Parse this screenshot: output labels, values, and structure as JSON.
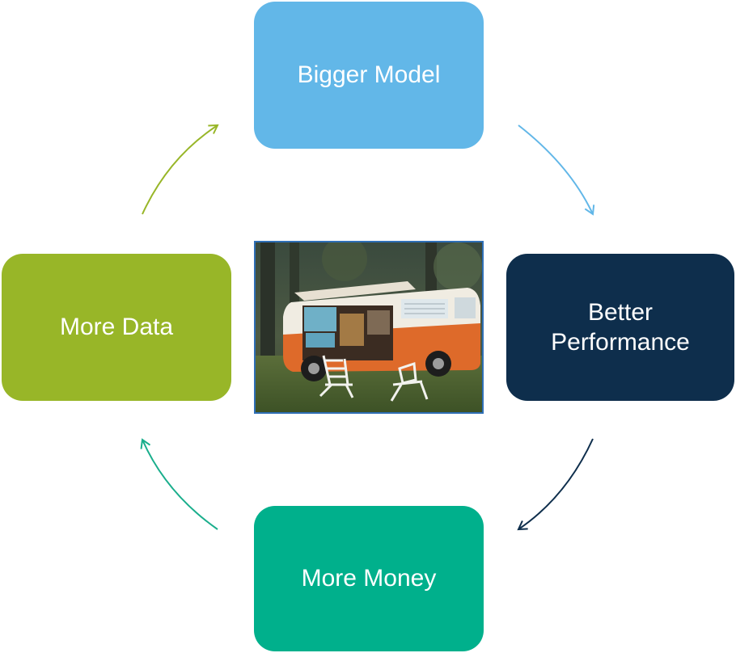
{
  "diagram": {
    "nodes": [
      {
        "id": "top",
        "label": "Bigger Model",
        "color": "#62b7e8"
      },
      {
        "id": "right",
        "lines": [
          "Better",
          "Performance"
        ],
        "color": "#0e2e4c"
      },
      {
        "id": "bottom",
        "label": "More Money",
        "color": "#00b08c"
      },
      {
        "id": "left",
        "label": "More Data",
        "color": "#98b628"
      }
    ],
    "arrows": [
      {
        "from": "top",
        "to": "right",
        "color": "#62b7e8"
      },
      {
        "from": "right",
        "to": "bottom",
        "color": "#0e2e4c"
      },
      {
        "from": "bottom",
        "to": "left",
        "color": "#1aae8c"
      },
      {
        "from": "left",
        "to": "top",
        "color": "#98b628"
      }
    ],
    "center_image": {
      "subject": "vintage orange camper van with pop-top roof and two white folding chairs on grass"
    }
  }
}
